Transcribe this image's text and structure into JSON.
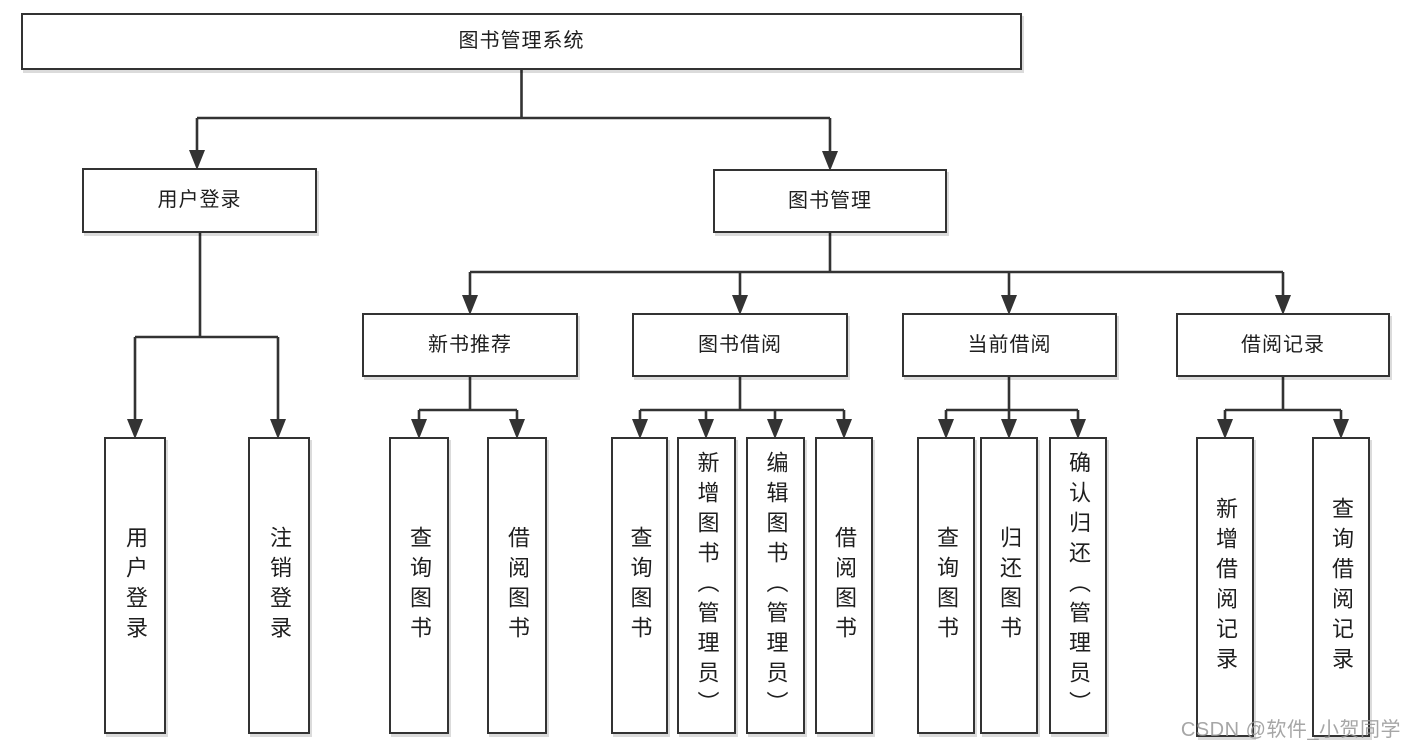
{
  "root": {
    "label": "图书管理系统"
  },
  "level2": [
    {
      "label": "用户登录"
    },
    {
      "label": "图书管理"
    }
  ],
  "level3": [
    {
      "label": "新书推荐"
    },
    {
      "label": "图书借阅"
    },
    {
      "label": "当前借阅"
    },
    {
      "label": "借阅记录"
    }
  ],
  "leaves": [
    {
      "label": "用户登录"
    },
    {
      "label": "注销登录"
    },
    {
      "label": "查询图书"
    },
    {
      "label": "借阅图书"
    },
    {
      "label": "查询图书"
    },
    {
      "label": "新增图书（管理员）"
    },
    {
      "label": "编辑图书（管理员）"
    },
    {
      "label": "借阅图书"
    },
    {
      "label": "查询图书"
    },
    {
      "label": "归还图书"
    },
    {
      "label": "确认归还（管理员）"
    },
    {
      "label": "新增借阅记录"
    },
    {
      "label": "查询借阅记录"
    }
  ],
  "hierarchy": {
    "图书管理系统": {
      "用户登录": [
        "用户登录",
        "注销登录"
      ],
      "图书管理": {
        "新书推荐": [
          "查询图书",
          "借阅图书"
        ],
        "图书借阅": [
          "查询图书",
          "新增图书（管理员）",
          "编辑图书（管理员）",
          "借阅图书"
        ],
        "当前借阅": [
          "查询图书",
          "归还图书",
          "确认归还（管理员）"
        ],
        "借阅记录": [
          "新增借阅记录",
          "查询借阅记录"
        ]
      }
    }
  },
  "watermark": {
    "text": "CSDN @软件_小贺同学"
  },
  "colors": {
    "line": "#333333",
    "box_border": "#333333",
    "box_fill": "#ffffff",
    "text": "#1e1e1e",
    "watermark": "#969696",
    "background": "#ffffff"
  }
}
